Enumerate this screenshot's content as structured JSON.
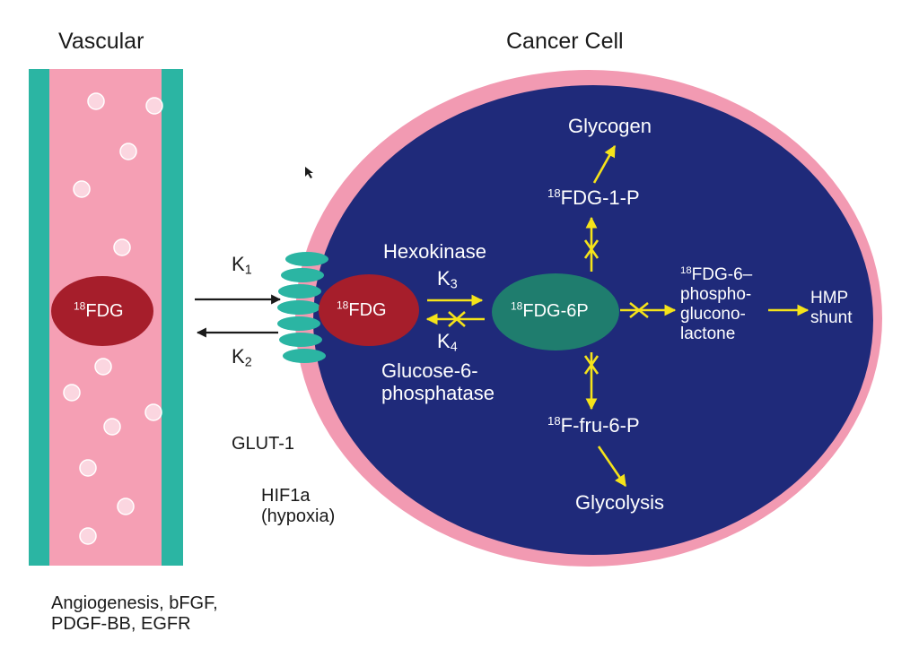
{
  "titles": {
    "vascular": "Vascular",
    "cancer_cell": "Cancer Cell"
  },
  "fdg": {
    "iso": "18",
    "name": "FDG",
    "fdg6p_name": "FDG-6P",
    "fdg1p_name": "FDG-1-P",
    "fru6p_name": "F-fru-6-P",
    "lactone_first": "FDG-6–",
    "lactone_rest": [
      "phospho-",
      "glucono-",
      "lactone"
    ]
  },
  "transport": {
    "k1_letter": "K",
    "k1_sub": "1",
    "k2_letter": "K",
    "k2_sub": "2",
    "glut": "GLUT-1",
    "hif_lines": [
      "HIF1a",
      "(hypoxia)"
    ]
  },
  "enzymes": {
    "hexokinase": "Hexokinase",
    "k3_letter": "K",
    "k3_sub": "3",
    "k4_letter": "K",
    "k4_sub": "4",
    "g6pase_lines": [
      "Glucose-6-",
      "phosphatase"
    ]
  },
  "pathways": {
    "glycogen": "Glycogen",
    "glycolysis": "Glycolysis",
    "hmp_lines": [
      "HMP",
      "shunt"
    ]
  },
  "footer": {
    "lines": [
      "Angiogenesis, bFGF,",
      "PDGF-BB, EGFR"
    ]
  },
  "colors": {
    "vessel_wall": "#2bb5a3",
    "vessel_lumen": "#f59fb4",
    "cell_membrane": "#f29ab2",
    "cytoplasm": "#1f2a7a",
    "fdg_node": "#a61e2b",
    "fdg6p_node": "#1f7d6e",
    "arrow": "#f5e31a",
    "black_arrow": "#1a1a1a"
  }
}
